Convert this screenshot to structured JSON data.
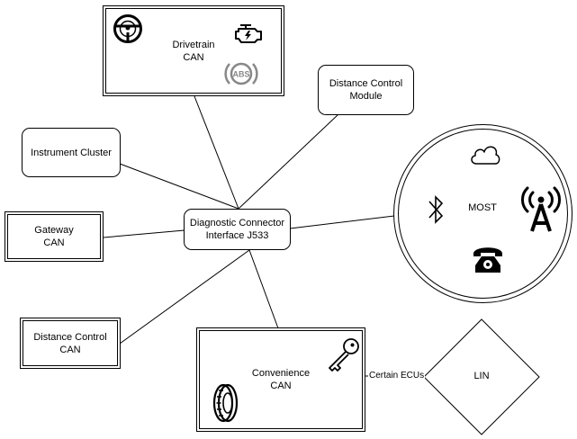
{
  "nodes": {
    "drivetrain": "Drivetrain\nCAN",
    "distance_control_module": "Distance Control\nModule",
    "instrument_cluster": "Instrument Cluster",
    "gateway": "Gateway\nCAN",
    "diagnostic": "Diagnostic Connector\nInterface J533",
    "most": "MOST",
    "distance_control_can": "Distance Control\nCAN",
    "convenience": "Convenience\nCAN",
    "lin": "LIN"
  },
  "edge_labels": {
    "certain_ecus": "Certain ECUs"
  },
  "icons": {
    "drivetrain": [
      "steering-wheel-icon",
      "engine-warning-icon",
      "abs-warning-icon"
    ],
    "most": [
      "cloud-icon",
      "bluetooth-icon",
      "antenna-icon",
      "telephone-icon"
    ],
    "convenience": [
      "car-key-icon",
      "tire-icon"
    ]
  },
  "colors": {
    "stroke": "#000000",
    "background": "#ffffff",
    "abs_icon": "#888888"
  }
}
